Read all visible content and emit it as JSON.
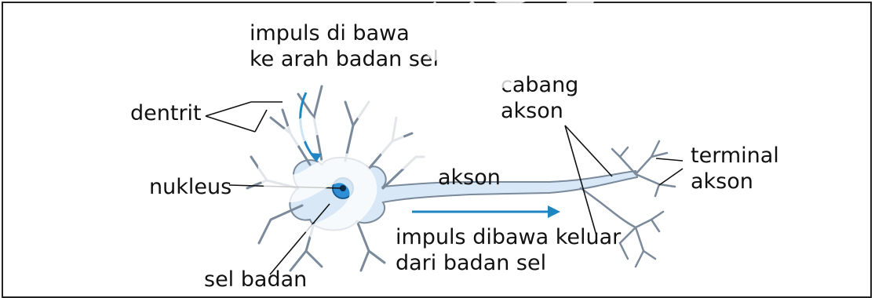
{
  "labels": {
    "impulse_in": "impuls di bawa\nke arah badan sel",
    "dendrite": "dentrit",
    "nucleus": "nukleus",
    "cell_body": "sel badan",
    "axon": "akson",
    "axon_branch": "cabang\nakson",
    "axon_terminal": "terminal\nakson",
    "impulse_out": "impuls dibawa keluar\ndari badan sel"
  },
  "watermark": "SatSuit SM",
  "colors": {
    "cell_fill": "#d9e8f7",
    "cell_outline": "#7a8a9a",
    "nucleus_fill": "#2e8fd6",
    "arrow": "#1f86c4",
    "text": "#111111"
  }
}
